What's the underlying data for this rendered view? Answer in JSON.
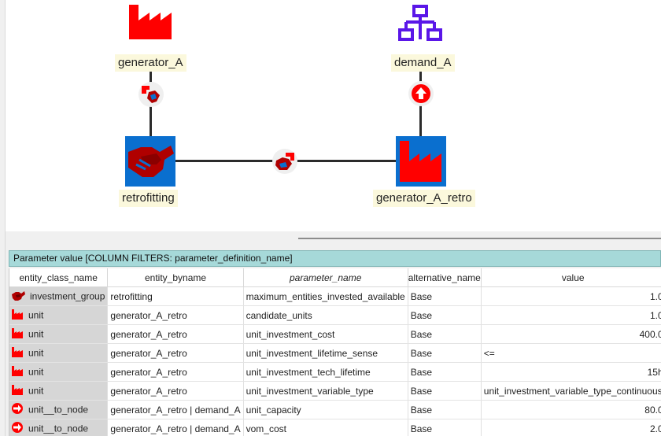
{
  "graph": {
    "nodes": {
      "generator_a": "generator_A",
      "demand_a": "demand_A",
      "retrofitting": "retrofitting",
      "generator_a_retro": "generator_A_retro"
    },
    "colors": {
      "unit": "#ff0000",
      "node": "#5a16e8",
      "group_bg": "#0a6fcf",
      "group_fg": "#b00000"
    }
  },
  "panel": {
    "title": "Parameter value [COLUMN FILTERS: parameter_definition_name]"
  },
  "table": {
    "columns": [
      "entity_class_name",
      "entity_byname",
      "parameter_name",
      "alternative_name",
      "value"
    ],
    "rows": [
      {
        "icon": "investment-group-icon",
        "cls": "investment_group",
        "byname": "retrofitting",
        "param": "maximum_entities_invested_available",
        "alt": "Base",
        "value": "1.0",
        "align": "right"
      },
      {
        "icon": "unit-icon",
        "cls": "unit",
        "byname": "generator_A_retro",
        "param": "candidate_units",
        "alt": "Base",
        "value": "1.0",
        "align": "right"
      },
      {
        "icon": "unit-icon",
        "cls": "unit",
        "byname": "generator_A_retro",
        "param": "unit_investment_cost",
        "alt": "Base",
        "value": "400.0",
        "align": "right"
      },
      {
        "icon": "unit-icon",
        "cls": "unit",
        "byname": "generator_A_retro",
        "param": "unit_investment_lifetime_sense",
        "alt": "Base",
        "value": "<=",
        "align": "left"
      },
      {
        "icon": "unit-icon",
        "cls": "unit",
        "byname": "generator_A_retro",
        "param": "unit_investment_tech_lifetime",
        "alt": "Base",
        "value": "15h",
        "align": "right"
      },
      {
        "icon": "unit-icon",
        "cls": "unit",
        "byname": "generator_A_retro",
        "param": "unit_investment_variable_type",
        "alt": "Base",
        "value": "unit_investment_variable_type_continuous",
        "align": "left"
      },
      {
        "icon": "unit-to-node-icon",
        "cls": "unit__to_node",
        "byname": "generator_A_retro | demand_A",
        "param": "unit_capacity",
        "alt": "Base",
        "value": "80.0",
        "align": "right"
      },
      {
        "icon": "unit-to-node-icon",
        "cls": "unit__to_node",
        "byname": "generator_A_retro | demand_A",
        "param": "vom_cost",
        "alt": "Base",
        "value": "2.0",
        "align": "right"
      }
    ]
  }
}
